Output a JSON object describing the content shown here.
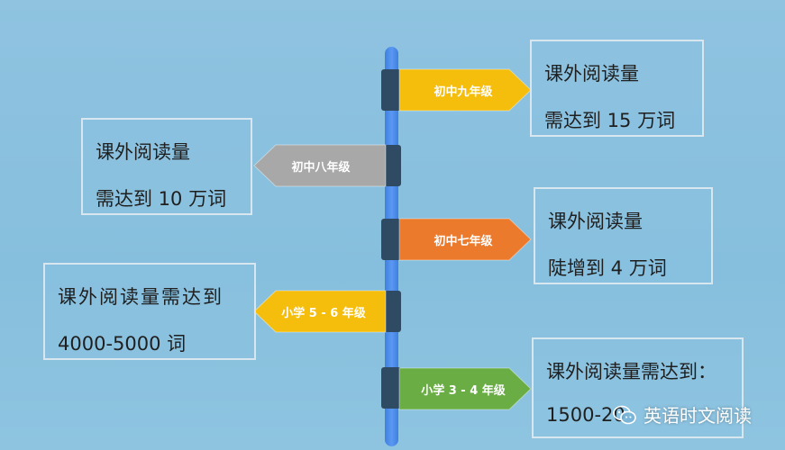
{
  "signs": [
    {
      "label": "初中九年级",
      "color": "#f5bd0c"
    },
    {
      "label": "初中八年级",
      "color": "#a8a8a8"
    },
    {
      "label": "初中七年级",
      "color": "#ec7a2c"
    },
    {
      "label": "小学 5 - 6 年级",
      "color": "#f5bd0c"
    },
    {
      "label": "小学  3 - 4  年级",
      "color": "#6aad45"
    }
  ],
  "boxes": [
    {
      "line1": "课外阅读量",
      "line2": "需达到  15  万词"
    },
    {
      "line1": "课外阅读量",
      "line2": "需达到 10  万词"
    },
    {
      "line1": "课外阅读量",
      "line2": "陡增到  4  万词"
    },
    {
      "line1": "课外阅读量需达到",
      "line2": "4000-5000  词"
    },
    {
      "line1": "课外阅读量需达到：",
      "line2": "1500-20"
    }
  ],
  "watermark": {
    "text": "英语时文阅读",
    "icon": "wechat-icon"
  }
}
